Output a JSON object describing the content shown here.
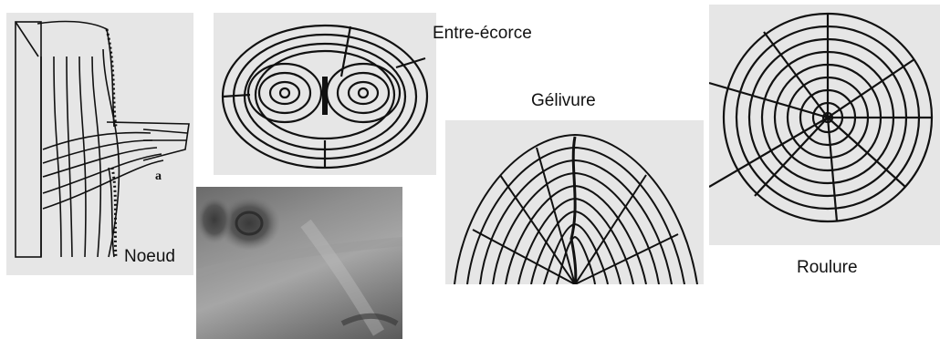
{
  "labels": {
    "noeud": "Noeud",
    "knot_marker": "a",
    "entre_ecorce": "Entre-écorce",
    "gelivure": "Gélivure",
    "roulure": "Roulure"
  },
  "colors": {
    "panel_background": "#e6e6e6",
    "ink": "#111111"
  },
  "figures": [
    {
      "id": "noeud",
      "icon": "knot-longitudinal-section"
    },
    {
      "id": "entre-ecorce",
      "icon": "double-pith-cross-section"
    },
    {
      "id": "knot-photo",
      "icon": "wood-knot-photograph"
    },
    {
      "id": "gelivure",
      "icon": "frost-crack-cross-section"
    },
    {
      "id": "roulure",
      "icon": "ring-shake-cross-section"
    }
  ]
}
